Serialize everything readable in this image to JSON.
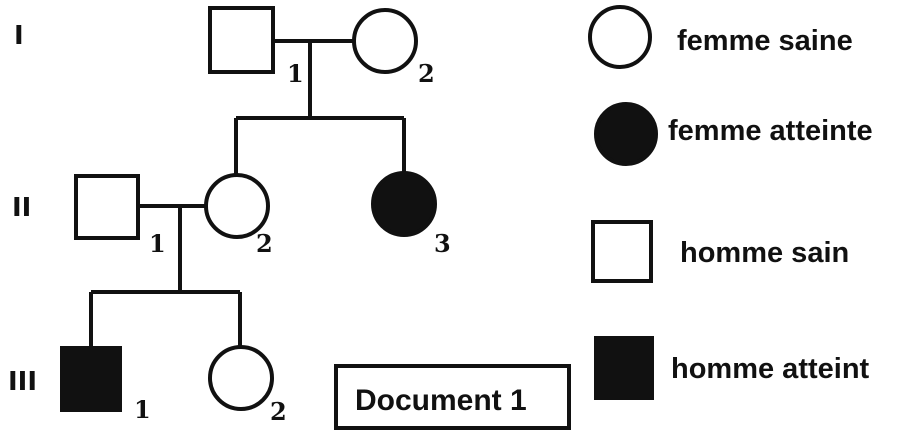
{
  "generations": {
    "g1": "I",
    "g2": "II",
    "g3": "III"
  },
  "individuals": {
    "I1": {
      "number": "1",
      "sex": "male",
      "affected": false
    },
    "I2": {
      "number": "2",
      "sex": "female",
      "affected": false
    },
    "II1": {
      "number": "1",
      "sex": "male",
      "affected": false
    },
    "II2": {
      "number": "2",
      "sex": "female",
      "affected": false
    },
    "II3": {
      "number": "3",
      "sex": "female",
      "affected": true
    },
    "III1": {
      "number": "1",
      "sex": "male",
      "affected": true
    },
    "III2": {
      "number": "2",
      "sex": "female",
      "affected": false
    }
  },
  "legend": {
    "healthy_female": "femme saine",
    "affected_female": "femme atteinte",
    "healthy_male": "homme sain",
    "affected_male": "homme atteint"
  },
  "document_label": "Document 1",
  "colors": {
    "ink": "#111111",
    "background": "#ffffff"
  }
}
